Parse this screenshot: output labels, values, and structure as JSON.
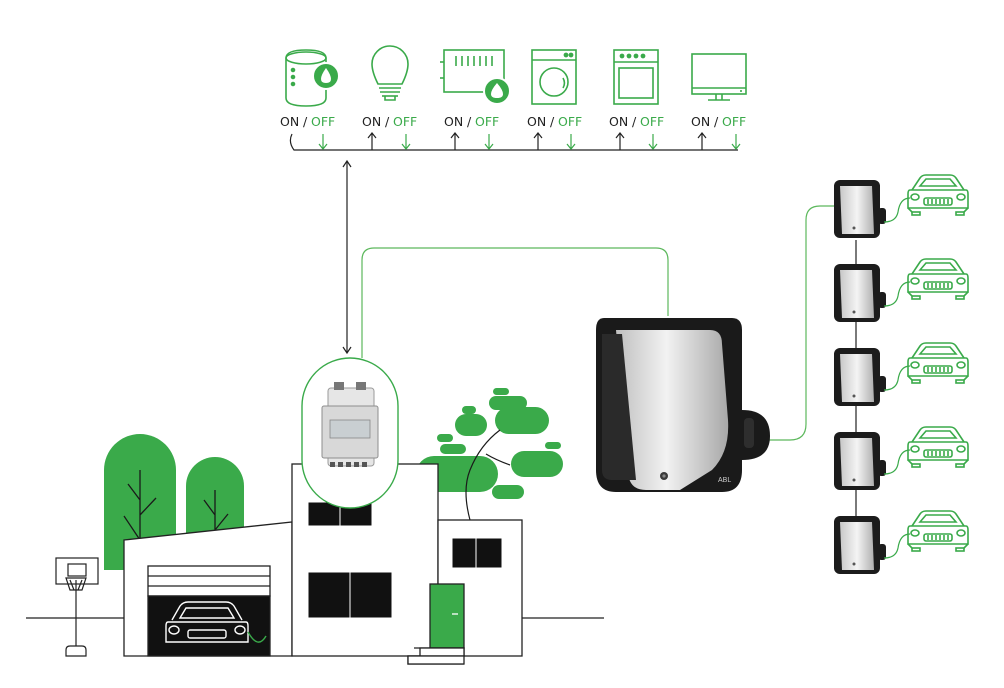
{
  "appliances": [
    {
      "name": "water-heater-icon",
      "on": "ON",
      "sep": "/",
      "off": "OFF"
    },
    {
      "name": "light-bulb-icon",
      "on": "ON",
      "sep": "/",
      "off": "OFF"
    },
    {
      "name": "heater-icon",
      "on": "ON",
      "sep": "/",
      "off": "OFF"
    },
    {
      "name": "washing-machine-icon",
      "on": "ON",
      "sep": "/",
      "off": "OFF"
    },
    {
      "name": "oven-icon",
      "on": "ON",
      "sep": "/",
      "off": "OFF"
    },
    {
      "name": "monitor-icon",
      "on": "ON",
      "sep": "/",
      "off": "OFF"
    }
  ],
  "wallbox": {
    "brand": "ABL"
  },
  "colors": {
    "green": "#3aaa4a",
    "line_green": "#5cb85c",
    "dark": "#1a1a1a",
    "outline": "#222222"
  }
}
